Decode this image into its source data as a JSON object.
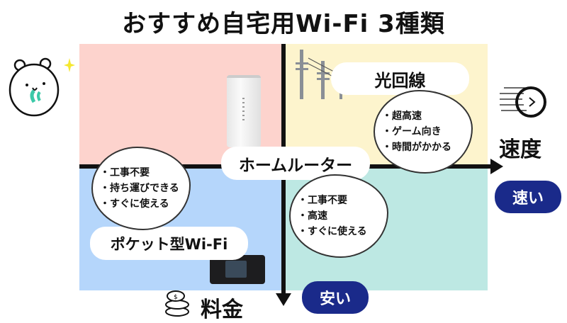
{
  "title": "おすすめ自宅用Wi-Fi 3種類",
  "quadrants": {
    "fiber": {
      "label": "光回線",
      "features": [
        "・超高速",
        "・ゲーム向き",
        "・時間がかかる"
      ]
    },
    "home_router": {
      "label": "ホームルーター",
      "features": [
        "・工事不要",
        "・高速",
        "・すぐに使える"
      ]
    },
    "pocket_wifi": {
      "label": "ポケット型Wi-Fi",
      "features": [
        "・工事不要",
        "・持ち運びできる",
        "・すぐに使える"
      ]
    }
  },
  "axes": {
    "x_label": "速度",
    "x_badge": "速い",
    "y_label": "料金",
    "y_badge": "安い"
  },
  "colors": {
    "q_top_left": "#fdd3cd",
    "q_top_right": "#fdf4cd",
    "q_bottom_left": "#b5d6fb",
    "q_bottom_right": "#bde8e3",
    "badge": "#1a2a8a"
  }
}
